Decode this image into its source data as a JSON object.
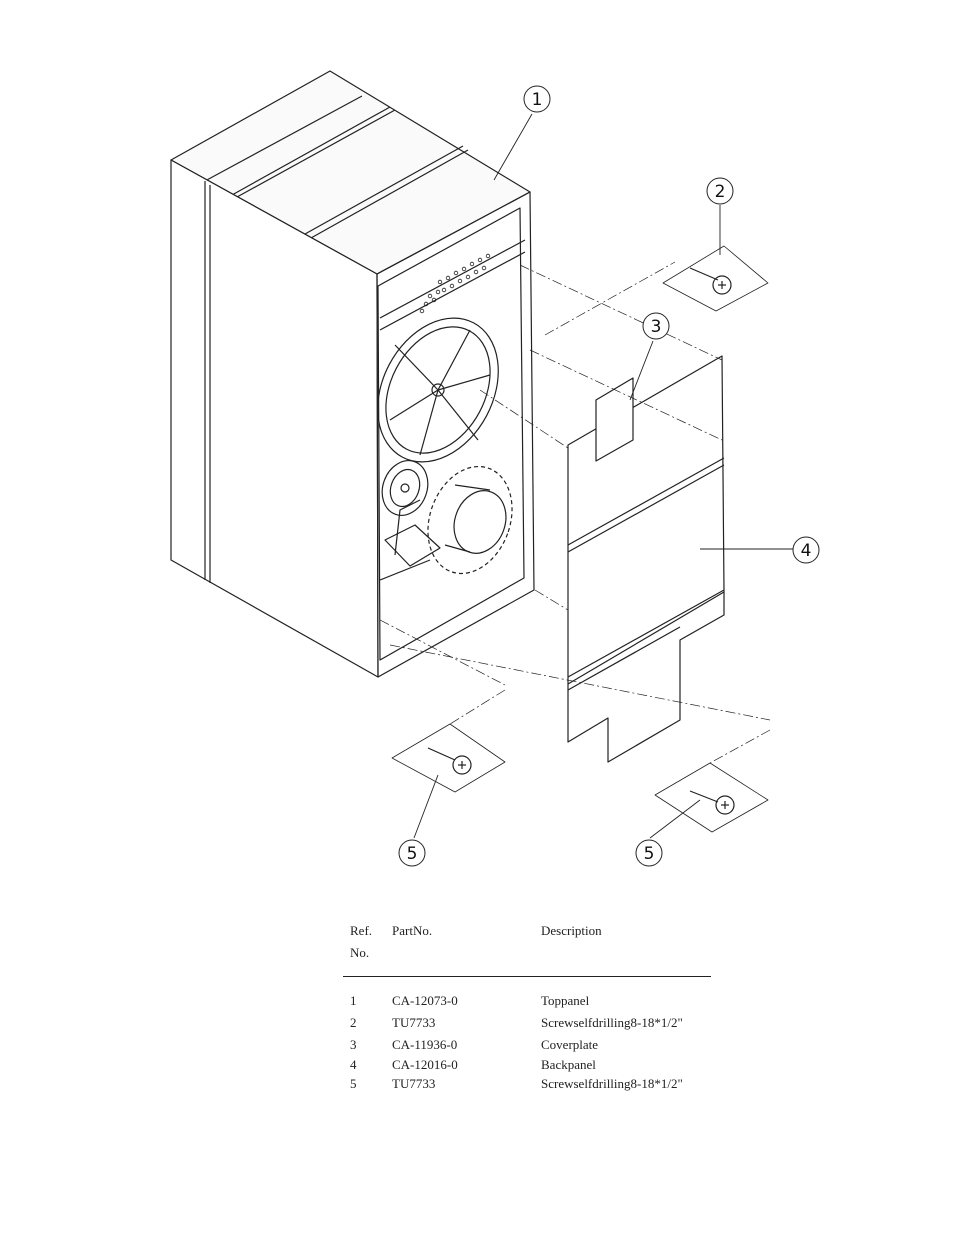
{
  "callouts": [
    "1",
    "2",
    "3",
    "4",
    "5",
    "5"
  ],
  "table": {
    "headers": {
      "ref": "Ref.",
      "ref_no": "No.",
      "part_no": "PartNo.",
      "description": "Description"
    },
    "rows": [
      {
        "ref": "1",
        "part_no": "CA-12073-0",
        "description": "Toppanel"
      },
      {
        "ref": "2",
        "part_no": "TU7733",
        "description": "Screwselfdrilling8-18*1/2\""
      },
      {
        "ref": "3",
        "part_no": "CA-11936-0",
        "description": "Coverplate"
      },
      {
        "ref": "4",
        "part_no": "CA-12016-0",
        "description": "Backpanel"
      },
      {
        "ref": "5",
        "part_no": "TU7733",
        "description": "Screwselfdrilling8-18*1/2\""
      }
    ]
  }
}
